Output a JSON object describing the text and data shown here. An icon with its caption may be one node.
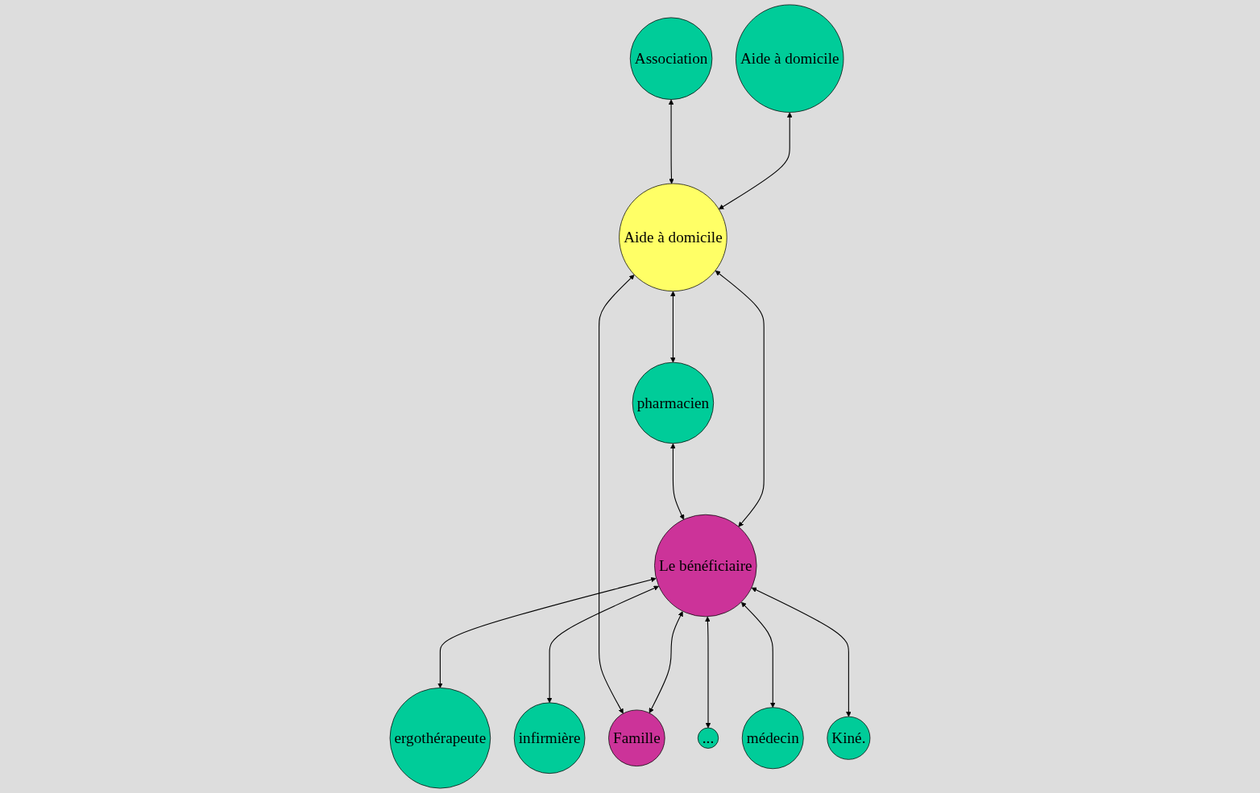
{
  "diagram": {
    "nodes": [
      {
        "text": [
          "Association"
        ]
      },
      {
        "text": [
          "Aide à domicile"
        ]
      },
      {
        "text": [
          "pharmacien"
        ]
      },
      {
        "text": [
          "Aide à domicile"
        ]
      },
      {
        "text": [
          "ergothérapeute"
        ]
      },
      {
        "text": [
          "Le bénéficiaire"
        ]
      },
      {
        "text": [
          "infirmière"
        ]
      },
      {
        "text": [
          "Famille"
        ]
      },
      {
        "text": [
          "..."
        ]
      },
      {
        "text": [
          "Kiné."
        ]
      },
      {
        "text": [
          "médecin"
        ]
      }
    ],
    "edges": [
      {
        "from": 0,
        "to": 3,
        "arrow": "both"
      },
      {
        "from": 1,
        "to": 3,
        "arrow": "both"
      },
      {
        "from": 3,
        "to": 2,
        "arrow": "both"
      },
      {
        "from": 2,
        "to": 5,
        "arrow": "both"
      },
      {
        "from": 3,
        "to": 5,
        "arrow": "both"
      },
      {
        "from": 3,
        "to": 7,
        "arrow": "both"
      },
      {
        "from": 5,
        "to": 4,
        "arrow": "both"
      },
      {
        "from": 5,
        "to": 6,
        "arrow": "both"
      },
      {
        "from": 5,
        "to": 7,
        "arrow": "both"
      },
      {
        "from": 5,
        "to": 8,
        "arrow": "both"
      },
      {
        "from": 5,
        "to": 10,
        "arrow": "both"
      },
      {
        "from": 5,
        "to": 9,
        "arrow": "both"
      }
    ]
  }
}
